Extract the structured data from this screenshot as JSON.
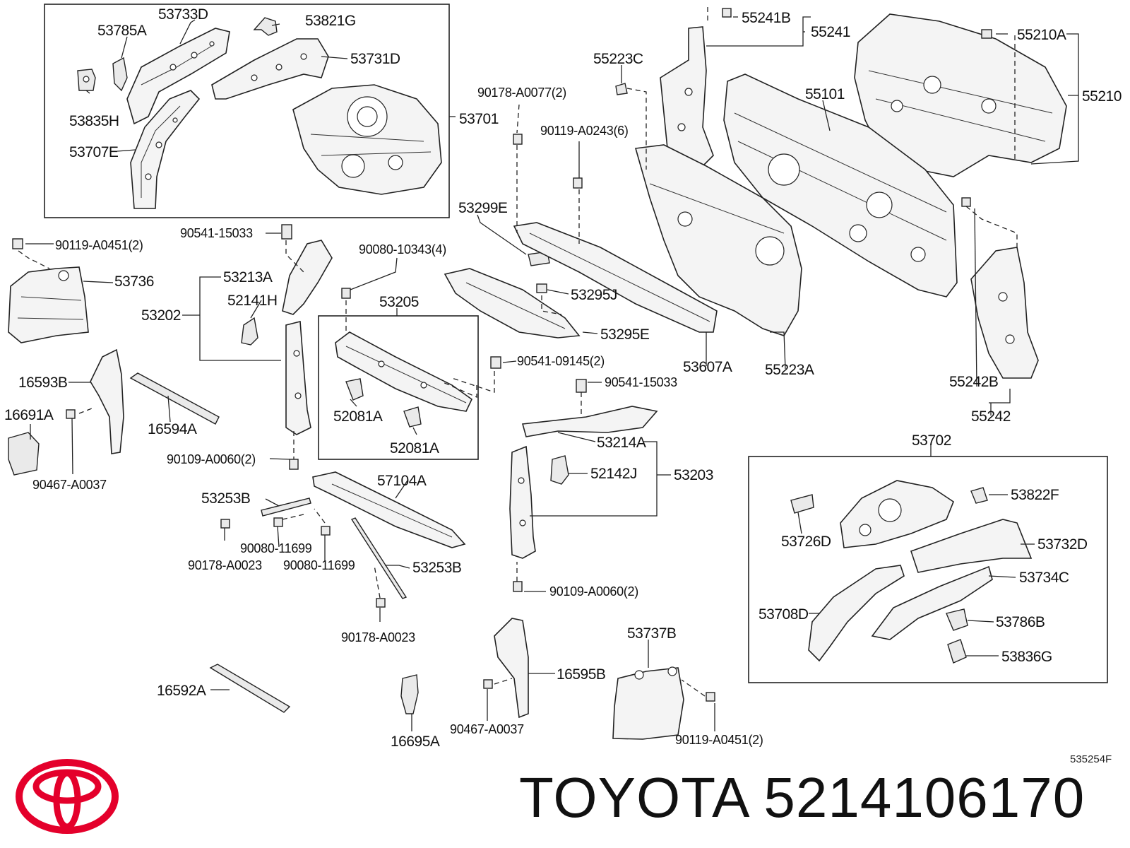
{
  "brand": {
    "name": "TOYOTA",
    "part_number": "5214106170",
    "logo_color": "#e4002b",
    "logo_icon": "toyota-logo-icon"
  },
  "diagram": {
    "code": "535254F",
    "labels": {
      "l53733D": "53733D",
      "l53785A": "53785A",
      "l53821G": "53821G",
      "l53731D": "53731D",
      "l53835H": "53835H",
      "l53707E": "53707E",
      "l53701": "53701",
      "l90178A0077": "90178-A0077(2)",
      "l55223C": "55223C",
      "l55241B": "55241B",
      "l55241": "55241",
      "l55210A": "55210A",
      "l55210": "55210",
      "l55101": "55101",
      "l90119A0243": "90119-A0243(6)",
      "l53299E": "53299E",
      "l90541_15033_a": "90541-15033",
      "l90119A0451_a": "90119-A0451(2)",
      "l90080_10343": "90080-10343(4)",
      "l53736": "53736",
      "l53213A": "53213A",
      "l52141H": "52141H",
      "l53202": "53202",
      "l53205": "53205",
      "l53295J": "53295J",
      "l53295E": "53295E",
      "l53607A": "53607A",
      "l55223A": "55223A",
      "l55242B": "55242B",
      "l55242": "55242",
      "l16593B": "16593B",
      "l16691A": "16691A",
      "l16594A": "16594A",
      "l90467A0037_a": "90467-A0037",
      "l90541_09145": "90541-09145(2)",
      "l90541_15033_b": "90541-15033",
      "l52081A_a": "52081A",
      "l52081A_b": "52081A",
      "l53214A": "53214A",
      "l90109A0060_a": "90109-A0060(2)",
      "l52142J": "52142J",
      "l53203": "53203",
      "l53702": "53702",
      "l53822F": "53822F",
      "l53726D": "53726D",
      "l53732D": "53732D",
      "l53253B_a": "53253B",
      "l57104A": "57104A",
      "l90080_11699_a": "90080-11699",
      "l90178A0023_a": "90178-A0023",
      "l90080_11699_b": "90080-11699",
      "l53253B_b": "53253B",
      "l90109A0060_b": "90109-A0060(2)",
      "l53734C": "53734C",
      "l53708D": "53708D",
      "l53786B": "53786B",
      "l53836G": "53836G",
      "l90178A0023_b": "90178-A0023",
      "l53737B": "53737B",
      "l16595B": "16595B",
      "l16592A": "16592A",
      "l90467A0037_b": "90467-A0037",
      "l90119A0451_b": "90119-A0451(2)",
      "l16695A": "16695A"
    }
  }
}
